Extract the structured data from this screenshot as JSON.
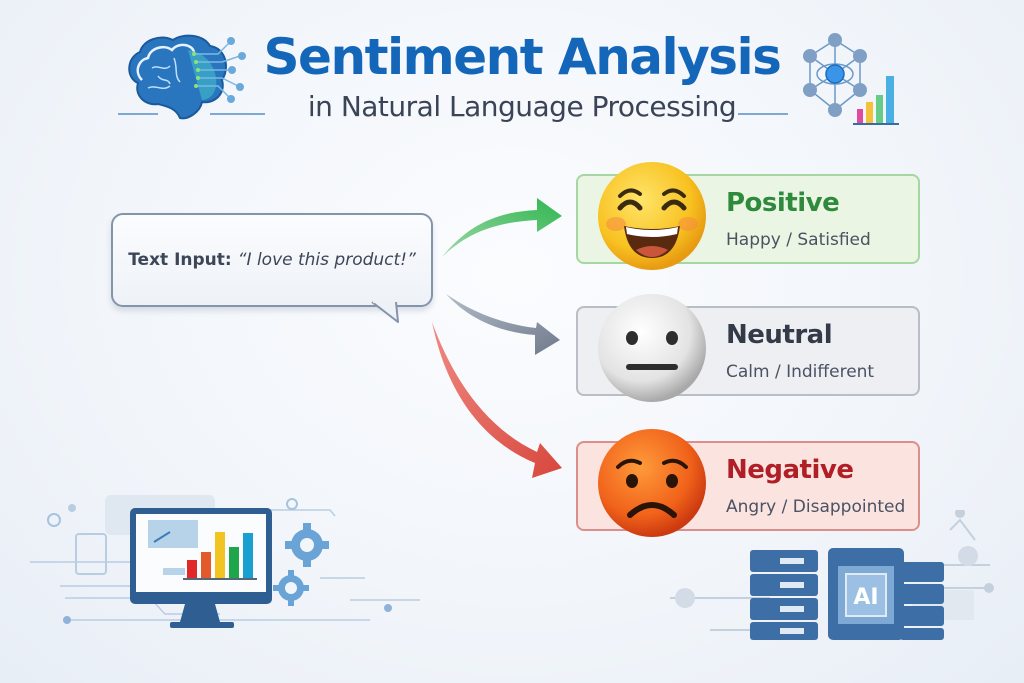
{
  "header": {
    "title": "Sentiment Analysis",
    "subtitle": "in Natural Language Processing",
    "left_icon": "brain-circuit-icon",
    "right_icon": "network-chart-icon"
  },
  "input": {
    "label": "Text Input:",
    "text": "“I love this product!”",
    "icon": "speech-bubble"
  },
  "sentiments": [
    {
      "name": "Positive",
      "description": "Happy / Satisfied",
      "emoji": "grinning-face-icon",
      "color": "#2f8a3e",
      "bg": "#eaf6e3",
      "arrow_color": "#3dbb5a"
    },
    {
      "name": "Neutral",
      "description": "Calm / Indifferent",
      "emoji": "neutral-face-icon",
      "color": "#333a48",
      "bg": "#eeeff2",
      "arrow_color": "#7d8799"
    },
    {
      "name": "Negative",
      "description": "Angry / Disappointed",
      "emoji": "frowning-face-icon",
      "color": "#b01f25",
      "bg": "#fbe4e0",
      "arrow_color": "#e0584f"
    }
  ],
  "decorations": {
    "bottom_left": "monitor-bar-chart-icon",
    "bottom_right": "ai-chip-server-icon",
    "ai_chip_label": "AI"
  },
  "colors": {
    "title": "#1466b8",
    "subtitle": "#3a4456",
    "accent": "#3d7fc1"
  }
}
